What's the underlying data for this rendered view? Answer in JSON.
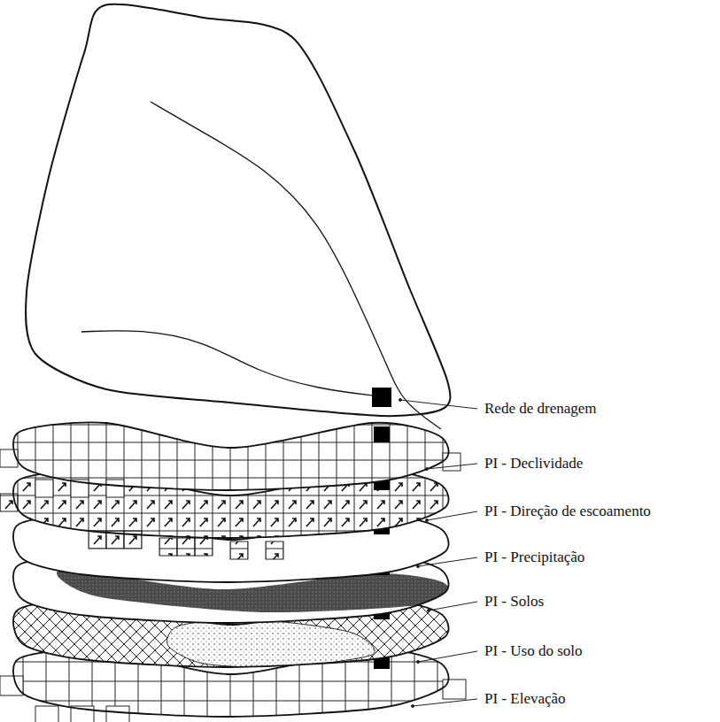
{
  "diagram": {
    "labels": [
      "Rede de drenagem",
      "PI - Declividade",
      "PI - Direção de escoamento",
      "PI - Precipitação",
      "PI - Solos",
      "PI - Uso do solo",
      "PI - Elevação"
    ]
  }
}
